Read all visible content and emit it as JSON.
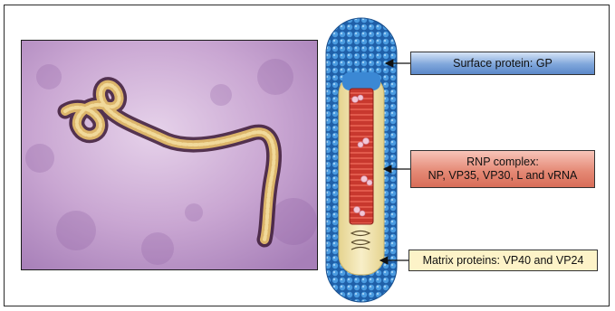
{
  "labels": {
    "surface": "Surface protein: GP",
    "rnp_line1": "RNP complex:",
    "rnp_line2": "NP, VP35, VP30, L and vRNA",
    "matrix": "Matrix proteins: VP40 and VP24"
  },
  "colors": {
    "micrograph_bg": "#c9a6d2",
    "virus_filament": "#dcb56a",
    "envelope_blue": "#2f7fcf",
    "capsid_red": "#c8382e",
    "matrix_yellow": "#f2e7b4",
    "label_blue": "#7fa6db",
    "label_red": "#e58a76",
    "label_yellow": "#fdf3c8"
  }
}
